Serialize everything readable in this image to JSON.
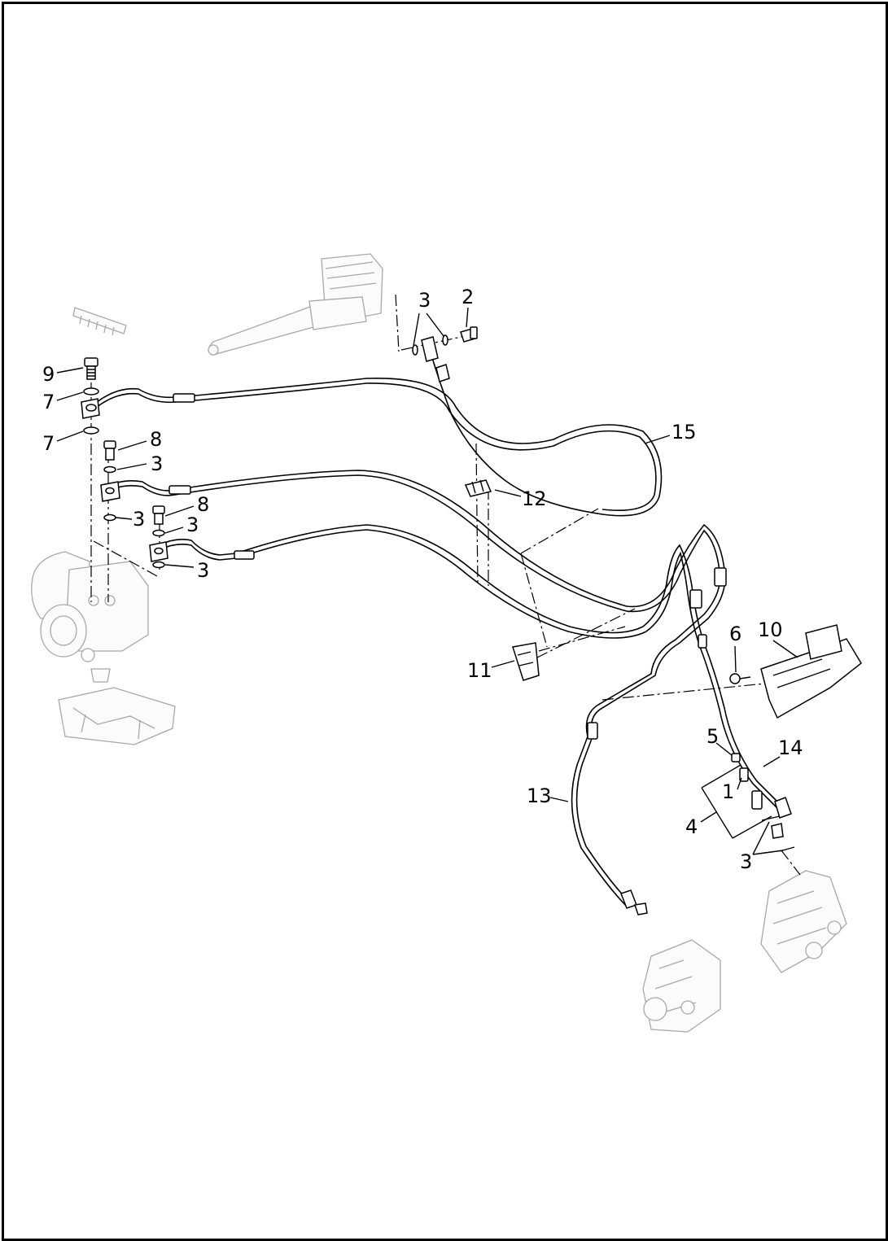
{
  "callouts": {
    "c1": "1",
    "c2": "2",
    "c3": "3",
    "c4": "4",
    "c5": "5",
    "c6": "6",
    "c7": "7",
    "c8": "8",
    "c9": "9",
    "c10": "10",
    "c11": "11",
    "c12": "12",
    "c13": "13",
    "c14": "14",
    "c15": "15"
  },
  "colors": {
    "line": "#000000",
    "reference_parts": "#a8a8a8",
    "background": "#ffffff"
  }
}
